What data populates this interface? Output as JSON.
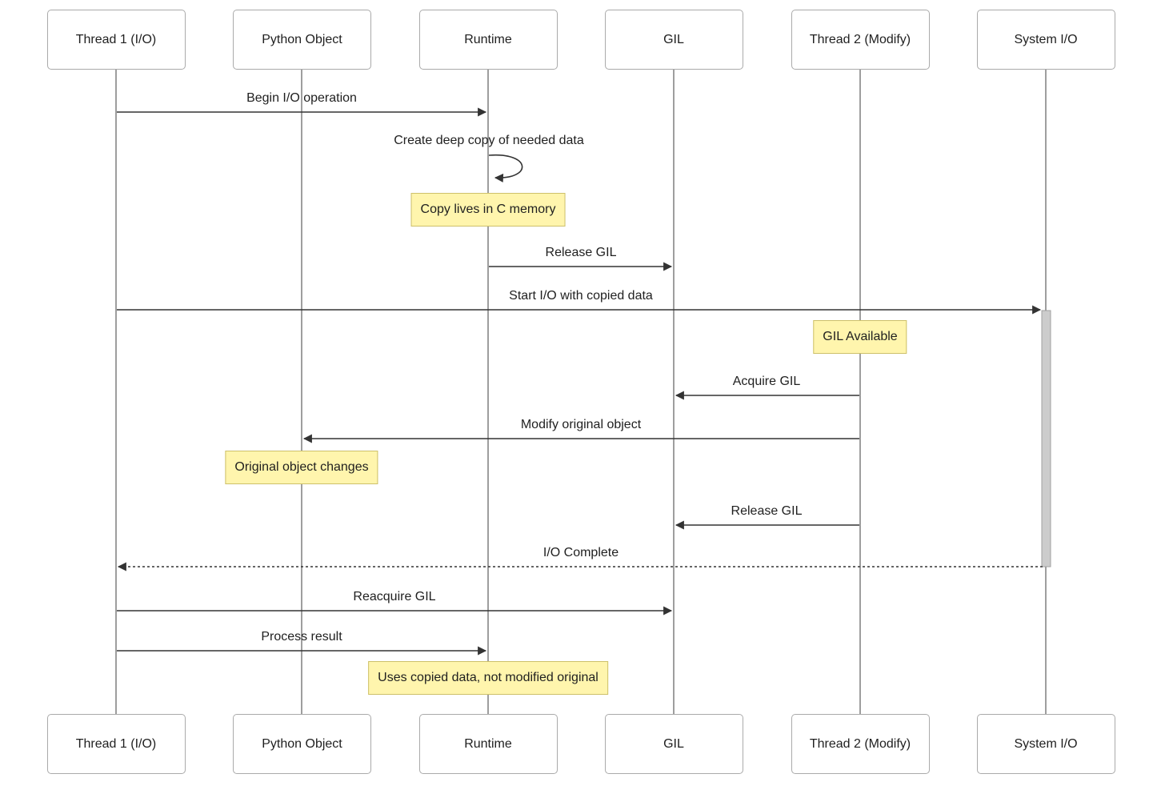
{
  "diagram": {
    "type": "sequence-diagram",
    "actors": [
      {
        "label": "Thread 1 (I/O)"
      },
      {
        "label": "Python Object"
      },
      {
        "label": "Runtime"
      },
      {
        "label": "GIL"
      },
      {
        "label": "Thread 2 (Modify)"
      },
      {
        "label": "System I/O"
      }
    ],
    "messages": [
      {
        "label": "Begin I/O operation",
        "from": "Thread 1 (I/O)",
        "to": "Runtime",
        "style": "solid"
      },
      {
        "label": "Create deep copy of needed data",
        "from": "Runtime",
        "to": "Runtime",
        "style": "self"
      },
      {
        "label": "Release GIL",
        "from": "Runtime",
        "to": "GIL",
        "style": "solid"
      },
      {
        "label": "Start I/O with copied data",
        "from": "Thread 1 (I/O)",
        "to": "System I/O",
        "style": "solid"
      },
      {
        "label": "Acquire GIL",
        "from": "Thread 2 (Modify)",
        "to": "GIL",
        "style": "solid"
      },
      {
        "label": "Modify original object",
        "from": "Thread 2 (Modify)",
        "to": "Python Object",
        "style": "solid"
      },
      {
        "label": "Release GIL",
        "from": "Thread 2 (Modify)",
        "to": "GIL",
        "style": "solid"
      },
      {
        "label": "I/O Complete",
        "from": "System I/O",
        "to": "Thread 1 (I/O)",
        "style": "dashed"
      },
      {
        "label": "Reacquire GIL",
        "from": "Thread 1 (I/O)",
        "to": "GIL",
        "style": "solid"
      },
      {
        "label": "Process result",
        "from": "Thread 1 (I/O)",
        "to": "Runtime",
        "style": "solid"
      }
    ],
    "notes": [
      {
        "text": "Copy lives in C memory",
        "over": "Runtime"
      },
      {
        "text": "GIL Available",
        "over": "Thread 2 (Modify)"
      },
      {
        "text": "Original object changes",
        "over": "Python Object"
      },
      {
        "text": "Uses copied data, not modified original",
        "over": "Runtime"
      }
    ],
    "activation": {
      "on": "System I/O",
      "from_message": "Start I/O with copied data",
      "to_message": "I/O Complete"
    },
    "colors": {
      "note_fill": "#fff5ad",
      "note_border": "#cdc06a",
      "actor_fill": "#ffffff",
      "actor_border": "#aaaaaa",
      "lifeline": "#9e9e9e",
      "arrow": "#333333",
      "activation_fill": "#cccccc",
      "activation_border": "#a0a0a0",
      "text": "#1f1f1f"
    }
  }
}
